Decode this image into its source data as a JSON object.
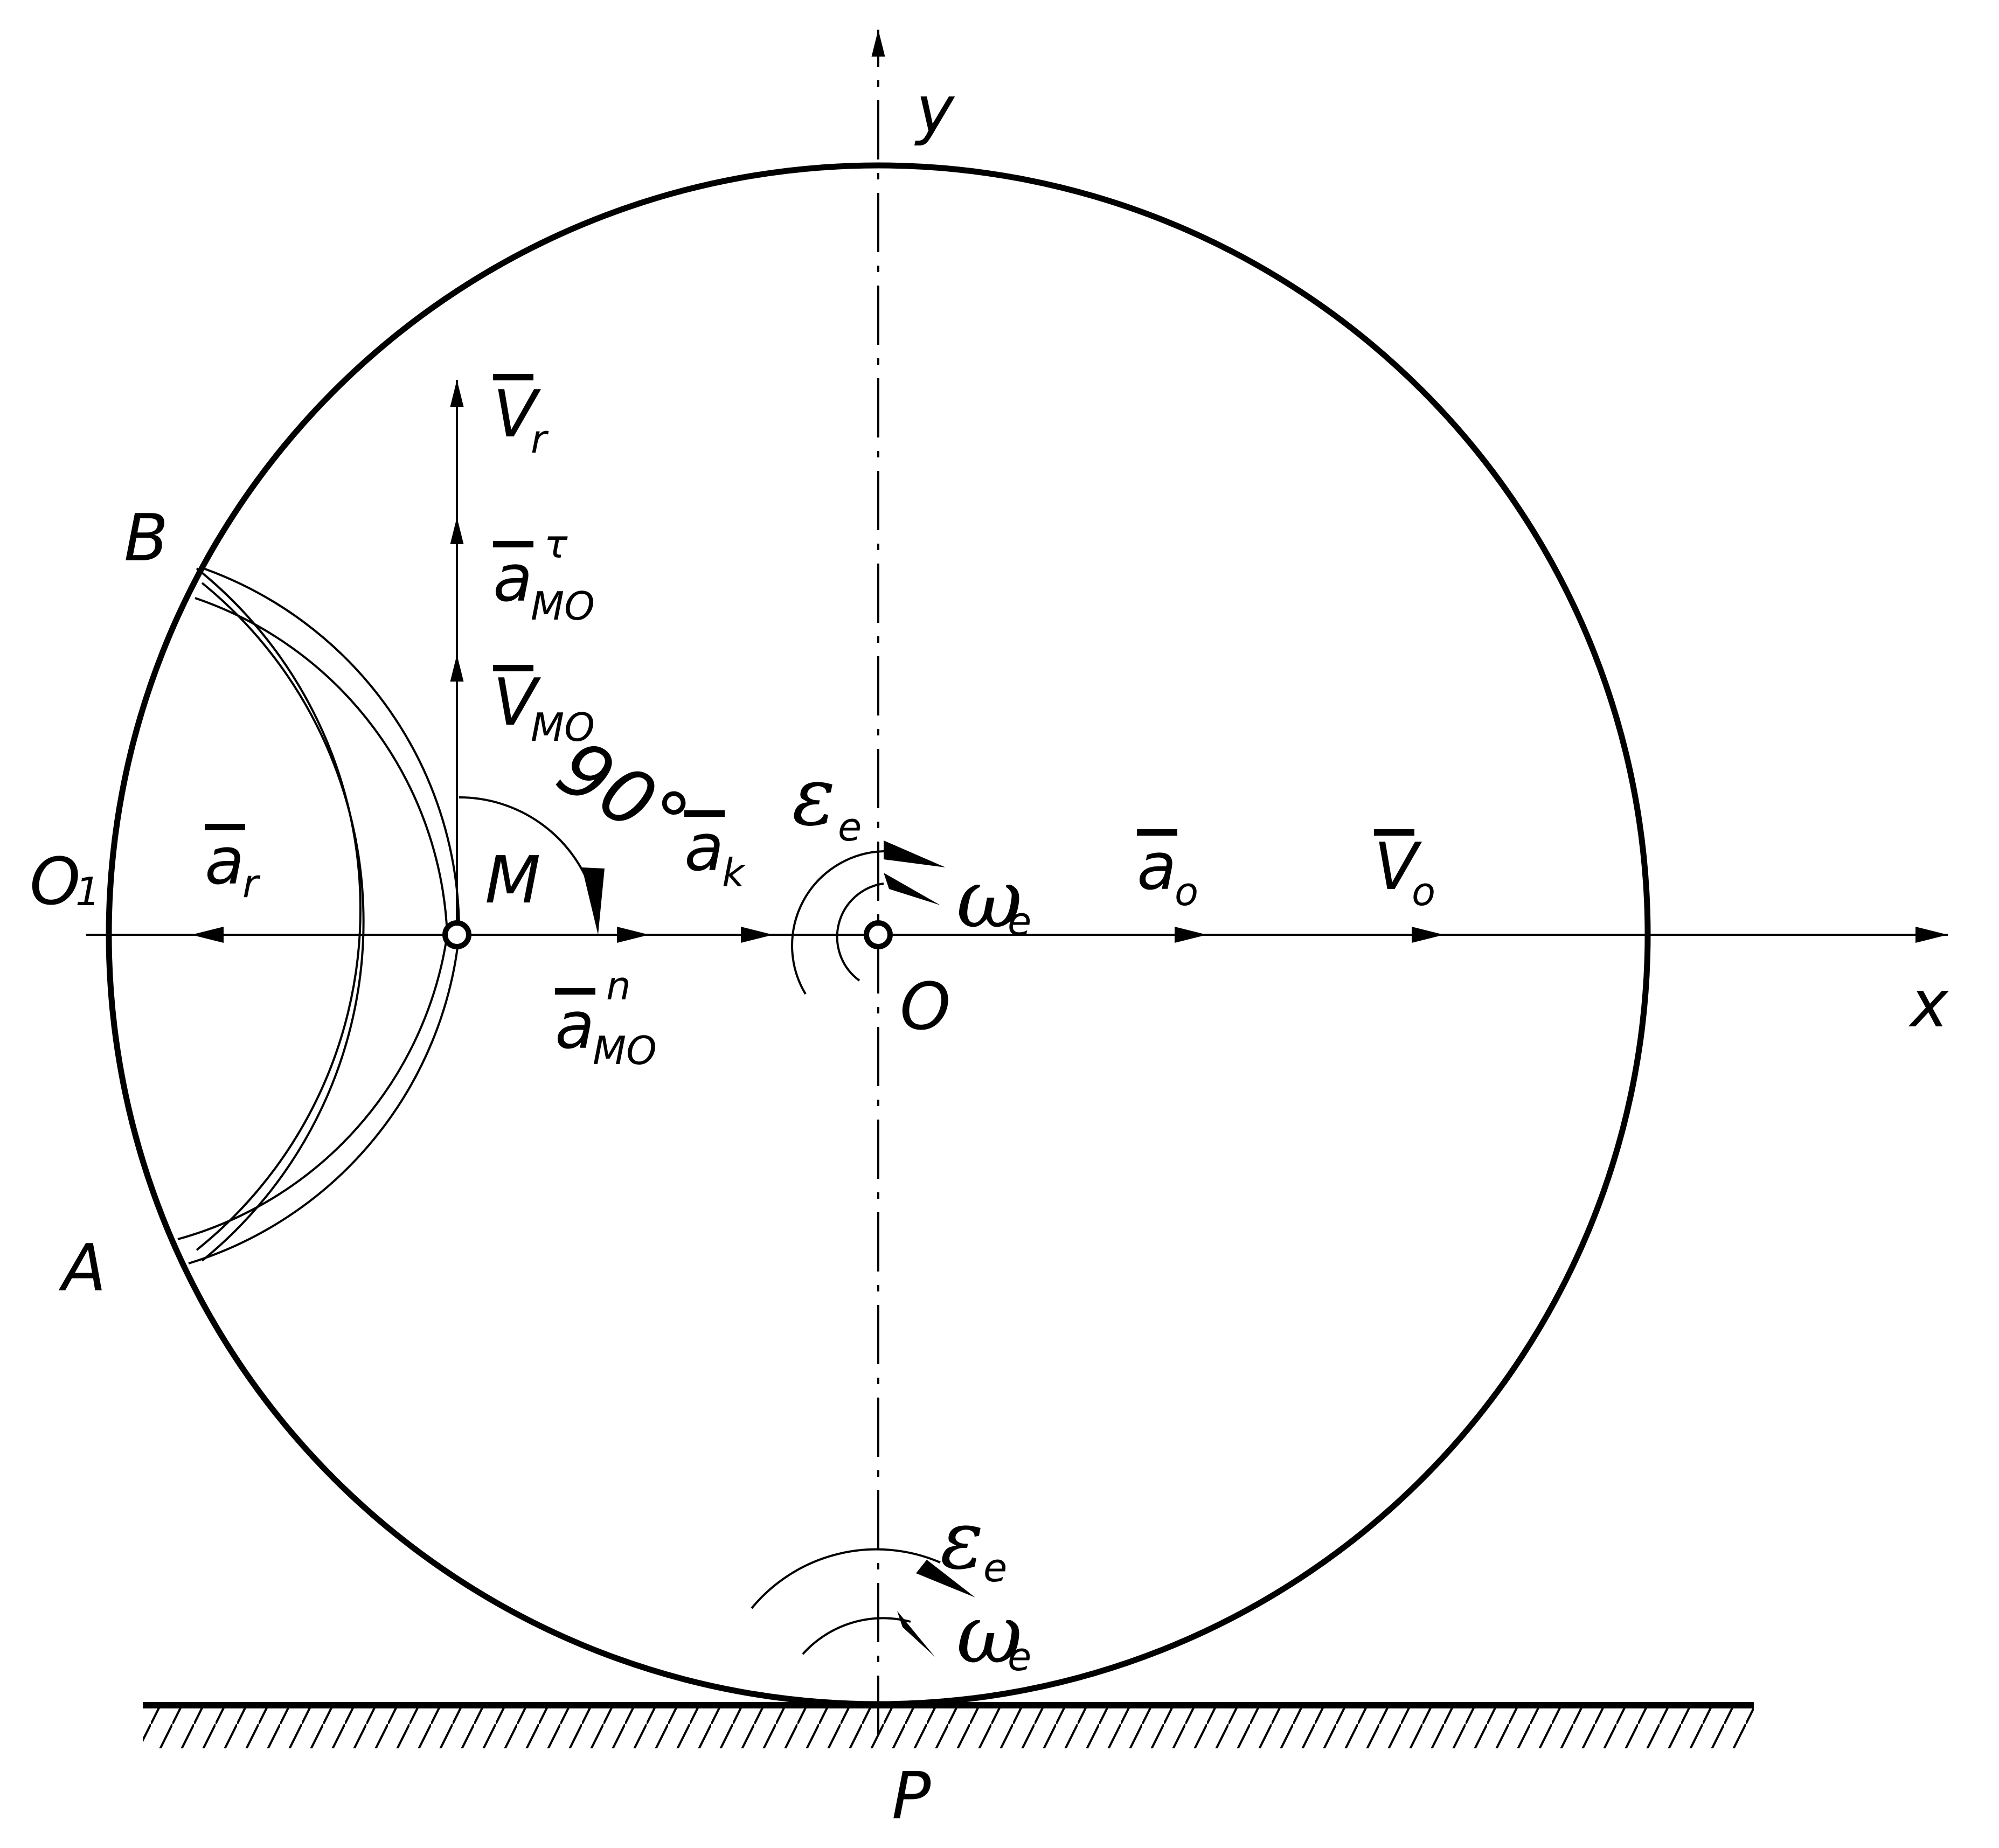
{
  "colors": {
    "ink": "#000000",
    "background": "#ffffff"
  },
  "axes": {
    "x_label": "x",
    "y_label": "y"
  },
  "points": {
    "O1": "O",
    "O1_sub": "1",
    "B": "B",
    "A": "A",
    "M": "M",
    "O": "O",
    "P": "P"
  },
  "angle_label": "90°",
  "vectors": {
    "v_r": {
      "main": "V",
      "sub": "r"
    },
    "a_mo_tau": {
      "main": "a",
      "sub": "MO",
      "sup": "τ"
    },
    "v_mo": {
      "main": "V",
      "sub": "MO"
    },
    "a_r": {
      "main": "a",
      "sub": "r"
    },
    "a_k": {
      "main": "a",
      "sub": "k"
    },
    "a_mo_n": {
      "main": "a",
      "sub": "MO",
      "sup": "n"
    },
    "a_o": {
      "main": "a",
      "sub": "o"
    },
    "v_o": {
      "main": "V",
      "sub": "o"
    }
  },
  "rotation": {
    "center_eps": {
      "main": "ε",
      "sub": "e"
    },
    "center_omega": {
      "main": "ω",
      "sub": "e"
    },
    "contact_eps": {
      "main": "ε",
      "sub": "e"
    },
    "contact_omega": {
      "main": "ω",
      "sub": "e"
    }
  }
}
